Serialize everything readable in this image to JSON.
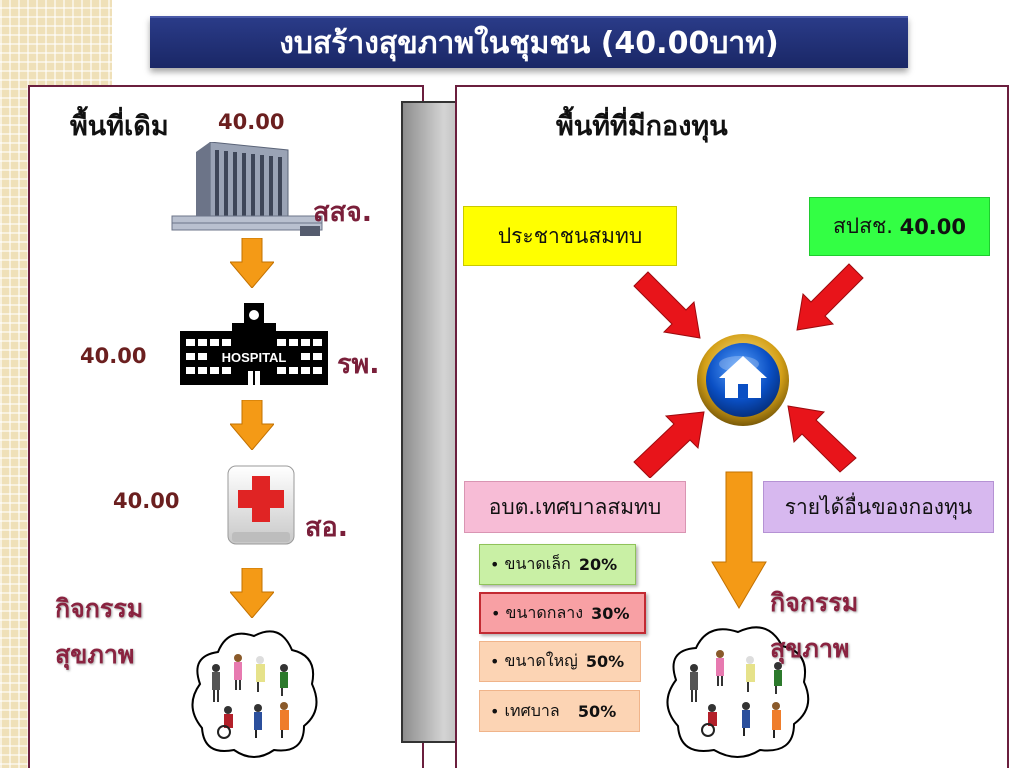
{
  "title": "งบสร้างสุขภาพในชุมชน (40.00บาท)",
  "left": {
    "header": "พื้นที่เดิม",
    "header_value": "40.00",
    "provincial_office": "สสจ.",
    "hospital_sign": "HOSPITAL",
    "hospital": "รพ.",
    "hospital_value": "40.00",
    "health_station": "สอ.",
    "health_station_value": "40.00",
    "activity_line1": "กิจกรรม",
    "activity_line2": "สุขภาพ"
  },
  "right": {
    "header": "พื้นที่ที่มีกองทุน",
    "people_contribute": "ประชาชนสมทบ",
    "nhso_label": "สปสช.",
    "nhso_value": "40.00",
    "local_gov": "อบต.เทศบาลสมทบ",
    "other_income": "รายได้อื่นของกองทุน",
    "sizes": [
      {
        "label": "ขนาดเล็ก",
        "pct": "20%"
      },
      {
        "label": "ขนาดกลาง",
        "pct": "30%"
      },
      {
        "label": "ขนาดใหญ่",
        "pct": "50%"
      },
      {
        "label": "เทศบาล",
        "pct": "50%"
      }
    ],
    "activity_line1": "กิจกรรม",
    "activity_line2": "สุขภาพ"
  },
  "colors": {
    "title_bg": "#1f2d73",
    "panel_border": "#6b1f3e",
    "down_arrow": "#f49a16",
    "red_arrow": "#e8141a",
    "people_box": "#ffff00",
    "nhso_box": "#33ff44",
    "local_gov_box": "#f7bcd6",
    "other_income_box": "#d7b8ef",
    "small_box": "#c9f0a5",
    "medium_box": "#f8a0a4",
    "large_box": "#fcd4b4",
    "municipal_box": "#fcd4b4"
  },
  "icons": [
    "office-building-icon",
    "hospital-building-icon",
    "first-aid-kit-icon",
    "people-cloud-icon",
    "home-button-icon"
  ]
}
